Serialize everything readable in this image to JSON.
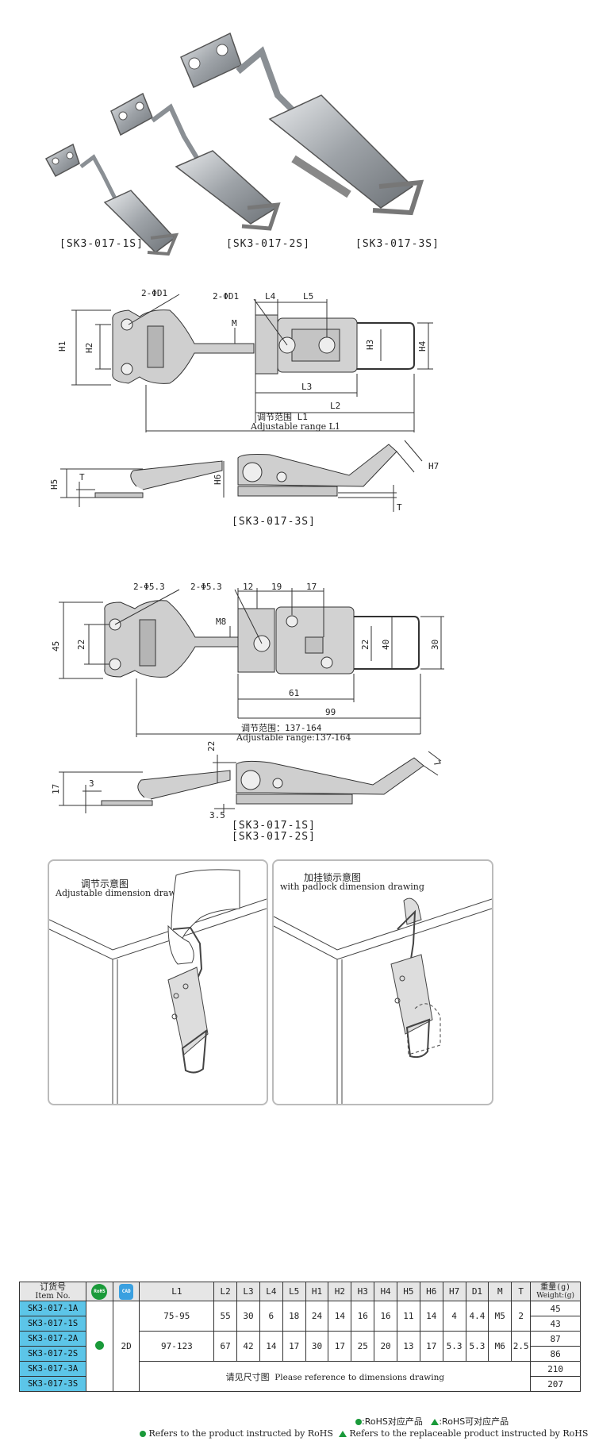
{
  "photo": {
    "captions": [
      "[SK3-017-1S]",
      "[SK3-017-2S]",
      "[SK3-017-3S]"
    ]
  },
  "drawing_top": {
    "labels": {
      "d1_left": "2-ΦD1",
      "d1_right": "2-ΦD1",
      "l4": "L4",
      "l5": "L5",
      "m": "M",
      "h1": "H1",
      "h2": "H2",
      "h3": "H3",
      "h4": "H4",
      "l3": "L3",
      "l2": "L2",
      "range_cn": "调节范围 L1",
      "range_en": "Adjustable range L1",
      "h5": "H5",
      "t1": "T",
      "h6": "H6",
      "h7": "H7",
      "t2": "T"
    },
    "caption": "[SK3-017-3S]"
  },
  "drawing_bottom": {
    "labels": {
      "d_left": "2-Φ5.3",
      "d_right": "2-Φ5.3",
      "d12": "12",
      "d19": "19",
      "d17": "17",
      "m8": "M8",
      "d45": "45",
      "d22": "22",
      "d22b": "22",
      "d40": "40",
      "d30": "30",
      "d61": "61",
      "d99": "99",
      "range_cn": "调节范围：137-164",
      "range_en": "Adjustable range:137-164",
      "s22": "22",
      "s17": "17",
      "s3": "3",
      "s7": "7",
      "s35": "3.5"
    },
    "captions": [
      "[SK3-017-1S]",
      "[SK3-017-2S]"
    ]
  },
  "panels": {
    "left_cn": "调节示意图",
    "left_en": "Adjustable dimension drawing",
    "right_cn": "加挂锁示意图",
    "right_en": "with padlock dimension drawing"
  },
  "table": {
    "header": {
      "item_cn": "订货号",
      "item_en": "Item No.",
      "rohs": "RoHS",
      "cad": "CAD",
      "cols": [
        "L1",
        "L2",
        "L3",
        "L4",
        "L5",
        "H1",
        "H2",
        "H3",
        "H4",
        "H5",
        "H6",
        "H7",
        "D1",
        "M",
        "T"
      ],
      "weight_cn": "重量(g)",
      "weight_en": "Weight:(g)"
    },
    "items": [
      "SK3-017-1A",
      "SK3-017-1S",
      "SK3-017-2A",
      "SK3-017-2S",
      "SK3-017-3A",
      "SK3-017-3S"
    ],
    "cad_value": "2D",
    "row1": [
      "75-95",
      "55",
      "30",
      "6",
      "18",
      "24",
      "14",
      "16",
      "16",
      "11",
      "14",
      "4",
      "4.4",
      "M5",
      "2"
    ],
    "row2": [
      "97-123",
      "67",
      "42",
      "14",
      "17",
      "30",
      "17",
      "25",
      "20",
      "13",
      "17",
      "5.3",
      "5.3",
      "M6",
      "2.5"
    ],
    "row3_cn": "请见尺寸图",
    "row3_en": "Please reference to dimensions drawing",
    "weights": [
      "45",
      "43",
      "87",
      "86",
      "210",
      "207"
    ]
  },
  "legend": {
    "rohs_cn": ":RoHS对应产品",
    "replace_cn": ":RoHS可对应产品",
    "rohs_en": "Refers to the product instructed by RoHS",
    "replace_en": "Refers to the replaceable product instructed by RoHS"
  },
  "colors": {
    "metal": "#a9adb1",
    "drawing_fill": "#c8c8c8",
    "item_cell": "#5cc5e8",
    "rohs_green": "#1a9a3a"
  }
}
